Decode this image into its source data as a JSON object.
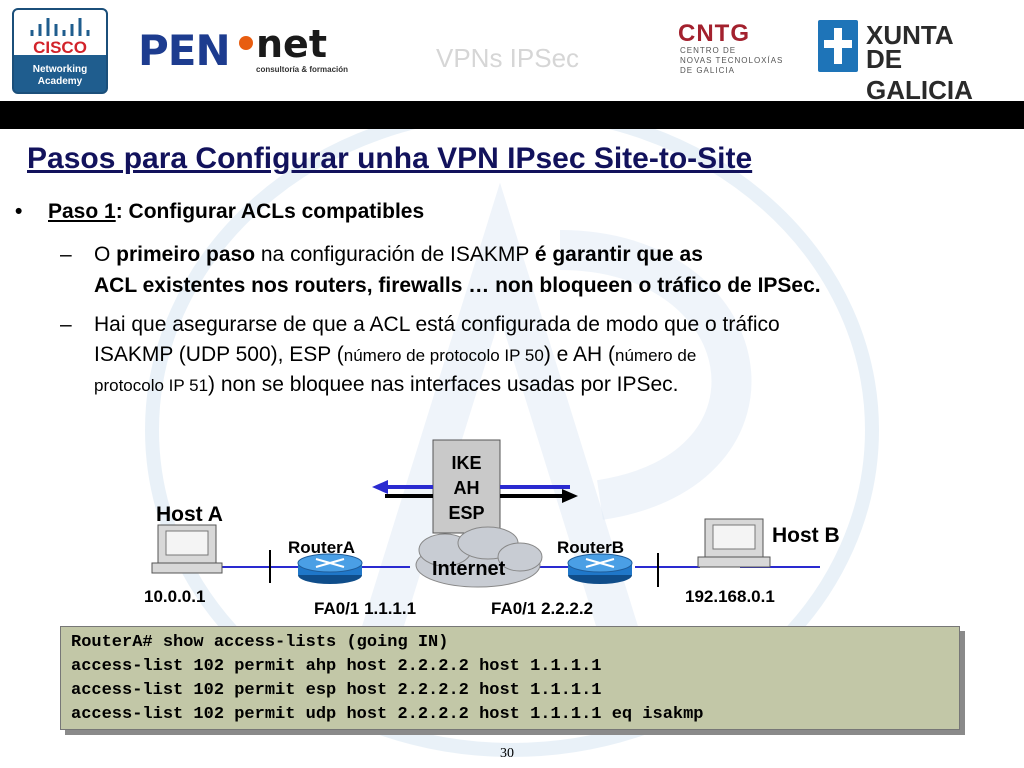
{
  "header": {
    "cisco_word": "CISCO",
    "cisco_line1": "Networking",
    "cisco_line2": "Academy",
    "pen_word": "PEN",
    "net_word": "net",
    "pen_sub": "consultoría & formación",
    "slide_header": "VPNs IPSec",
    "cntg_word": "CNTG",
    "cntg_line1": "CENTRO DE",
    "cntg_line2": "NOVAS TECNOLOXÍAS",
    "cntg_line3": "DE GALICIA",
    "xunta_line1": "XUNTA",
    "xunta_line2": "DE GALICIA"
  },
  "title": "Pasos para Configurar unha VPN IPsec Site-to-Site",
  "bullet1": {
    "marker": "•",
    "paso": "Paso 1",
    "rest": ": Configurar ACLs compatibles"
  },
  "sub1": {
    "dash": "–",
    "t1": "O ",
    "t2": "primeiro paso",
    "t3": " na configuración de ISAKMP ",
    "t4": "é garantir que as",
    "line2": "ACL existentes nos routers, firewalls … non bloqueen o tráfico de IPSec."
  },
  "sub2": {
    "dash": "–",
    "line1": "Hai que asegurarse de que a ACL está configurada de modo que o tráfico",
    "l2a": "ISAKMP (UDP 500), ESP (",
    "l2b": "número de protocolo IP 50",
    "l2c": ") e AH (",
    "l2d": "número de",
    "l3a": "protocolo IP 51",
    "l3b": ") non se bloquee nas interfaces usadas por IPSec."
  },
  "diagram": {
    "proto1": "IKE",
    "proto2": "AH",
    "proto3": "ESP",
    "host_a": "Host  A",
    "host_b": "Host  B",
    "router_a": "RouterA",
    "router_b": "RouterB",
    "internet": "Internet",
    "ip_a": "10.0.0.1",
    "ip_b": "192.168.0.1",
    "fa_a": "FA0/1 1.1.1.1",
    "fa_b": "FA0/1 2.2.2.2"
  },
  "code": [
    "RouterA# show access-lists (going IN)",
    "access-list 102 permit ahp host 2.2.2.2 host 1.1.1.1",
    "access-list 102 permit esp host 2.2.2.2 host 1.1.1.1",
    "access-list 102 permit udp host 2.2.2.2 host 1.1.1.1 eq isakmp"
  ],
  "page_number": "30",
  "colors": {
    "title": "#12125c",
    "router": "#1f77c9",
    "code_bg": "#c2c7a7",
    "arrow_blue": "#2a2ad0"
  }
}
